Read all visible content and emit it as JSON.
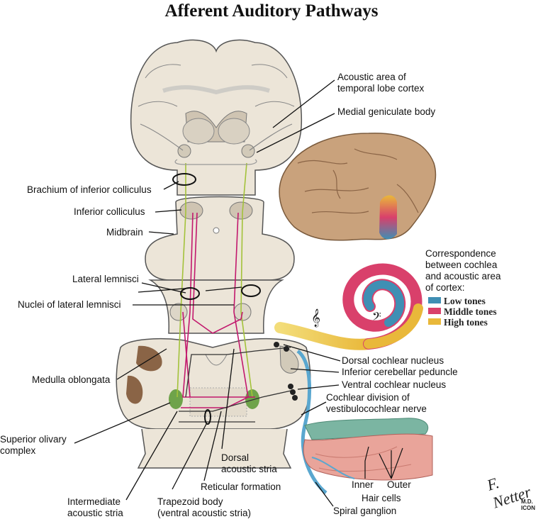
{
  "title": "Afferent Auditory Pathways",
  "labels": {
    "acoustic_area": [
      "Acoustic area of",
      "temporal lobe cortex"
    ],
    "medial_geniculate": "Medial geniculate body",
    "brachium": "Brachium of inferior colliculus",
    "inferior_colliculus": "Inferior colliculus",
    "midbrain": "Midbrain",
    "lateral_lemnisci": "Lateral lemnisci",
    "nuclei_lateral_lemnisci": "Nuclei of lateral lemnisci",
    "medulla": "Medulla oblongata",
    "superior_olivary": [
      "Superior olivary",
      "complex"
    ],
    "intermediate_stria": [
      "Intermediate",
      "acoustic stria"
    ],
    "trapezoid": [
      "Trapezoid body",
      "(ventral acoustic stria)"
    ],
    "reticular": "Reticular formation",
    "dorsal_stria": [
      "Dorsal",
      "acoustic stria"
    ],
    "dorsal_cochlear": "Dorsal cochlear nucleus",
    "inferior_cerebellar": "Inferior cerebellar peduncle",
    "ventral_cochlear": "Ventral cochlear nucleus",
    "cochlear_division": [
      "Cochlear division of",
      "vestibulocochlear nerve"
    ],
    "spiral_ganglion": "Spiral ganglion",
    "inner": "Inner",
    "outer": "Outer",
    "hair_cells": "Hair cells"
  },
  "legend": {
    "title": [
      "Correspondence",
      "between cochlea",
      "and acoustic area",
      "of cortex:"
    ],
    "items": [
      {
        "label": "Low tones",
        "color": "#3f8fb4"
      },
      {
        "label": "Middle tones",
        "color": "#d9406b"
      },
      {
        "label": "High tones",
        "color": "#e9b83a"
      }
    ]
  },
  "signature": [
    "F. Netter",
    "M.D.",
    "ICON"
  ],
  "colors": {
    "tissue": "#ece5d8",
    "tissue_dark": "#cfc4b2",
    "outline": "#555555",
    "pathway_green": "#a3c23a",
    "pathway_magenta": "#c2186d",
    "brain_lateral": "#c9a27c",
    "nerve_blue": "#5aa7cf"
  },
  "icons": [
    "treble-clef-icon",
    "bass-clef-icon"
  ]
}
